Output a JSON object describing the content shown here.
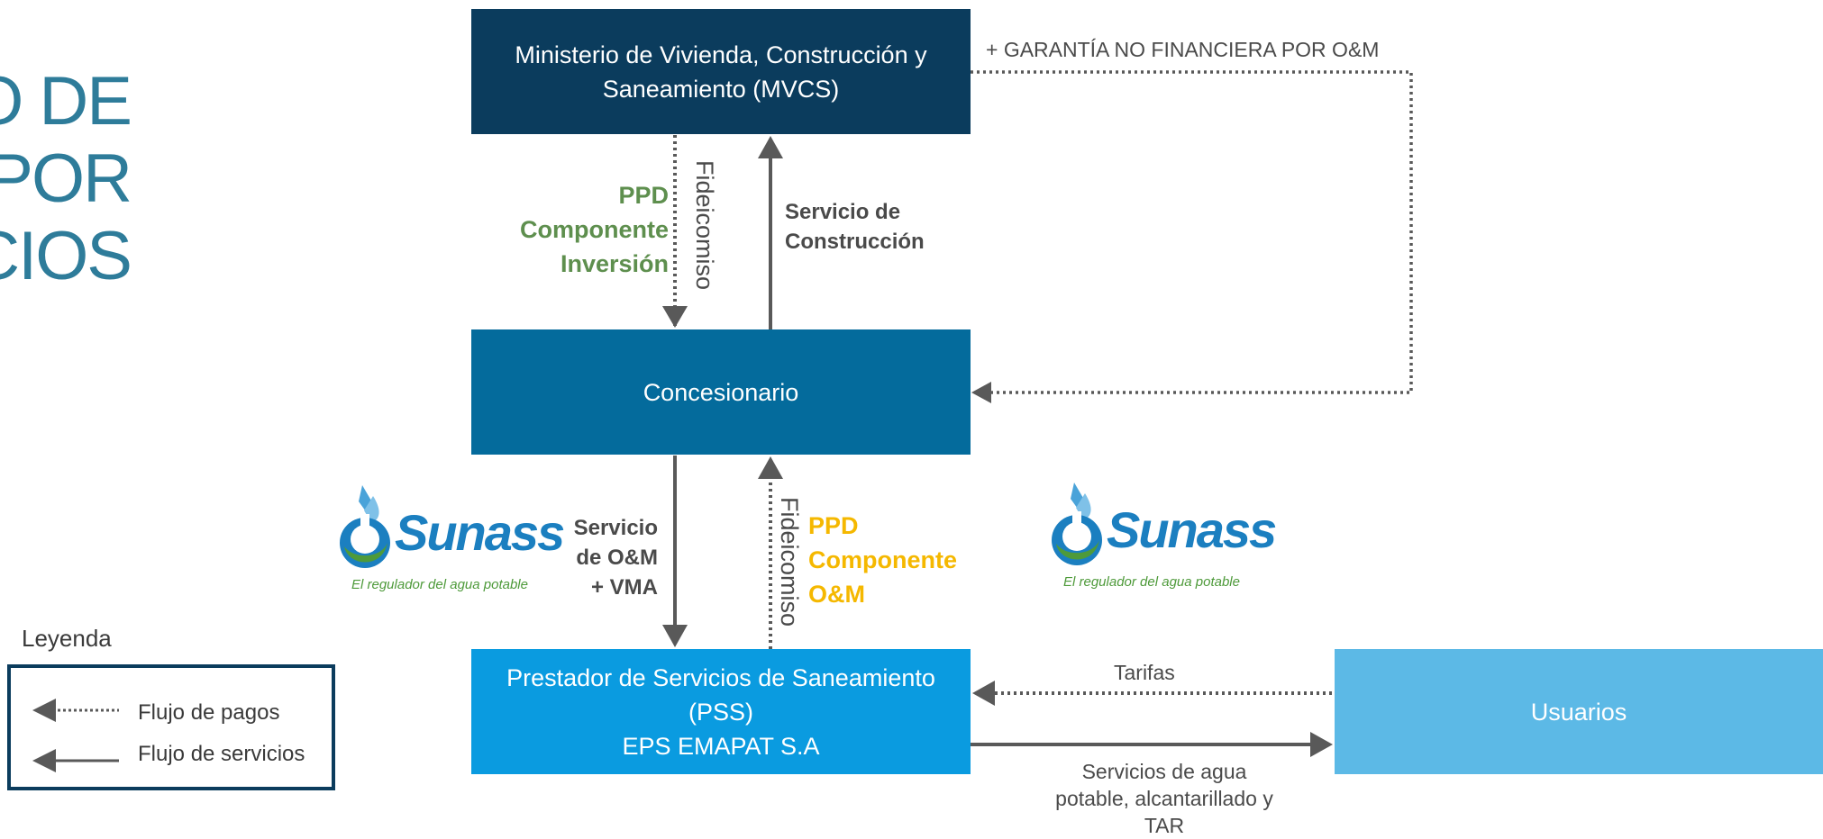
{
  "title": {
    "lines": [
      "O DE",
      "O POR",
      "CIOS"
    ]
  },
  "boxes": {
    "mvcs": [
      "Ministerio de Vivienda, Construcción y",
      "Saneamiento (MVCS)"
    ],
    "concesionario": [
      "Concesionario"
    ],
    "pss": [
      "Prestador de Servicios de Saneamiento",
      "(PSS)",
      "EPS EMAPAT S.A"
    ],
    "usuarios": [
      "Usuarios"
    ]
  },
  "flows": {
    "garantia": "+ GARANTÍA NO FINANCIERA POR O&M",
    "ppd_inversion": [
      "PPD",
      "Componente",
      "Inversión"
    ],
    "fideicomiso_top": "Fideicomiso",
    "servicio_construccion": [
      "Servicio de",
      "Construcción"
    ],
    "servicio_om": [
      "Servicio",
      "de O&M",
      "+ VMA"
    ],
    "fideicomiso_bottom": "Fideicomiso",
    "ppd_om": [
      "PPD",
      "Componente",
      "O&M"
    ],
    "tarifas": "Tarifas",
    "servicios_agua": [
      "Servicios de agua",
      "potable, alcantarillado y",
      "TAR"
    ]
  },
  "logos": [
    {
      "name": "Sunass",
      "tagline": "El regulador del agua potable",
      "icon": "water-drop-icon"
    },
    {
      "name": "Sunass",
      "tagline": "El regulador del agua potable",
      "icon": "water-drop-icon"
    }
  ],
  "legend": {
    "title": "Leyenda",
    "items": [
      {
        "label": "Flujo de pagos",
        "style": "dotted"
      },
      {
        "label": "Flujo de servicios",
        "style": "solid"
      }
    ]
  },
  "colors": {
    "mvcs": "#0b3c5d",
    "concesionario": "#046b9c",
    "pss": "#0a9be0",
    "usuarios": "#5cb9e6",
    "payment_label": "#5e8f4e",
    "om_payment_label": "#f5b800",
    "arrow": "#595959"
  }
}
